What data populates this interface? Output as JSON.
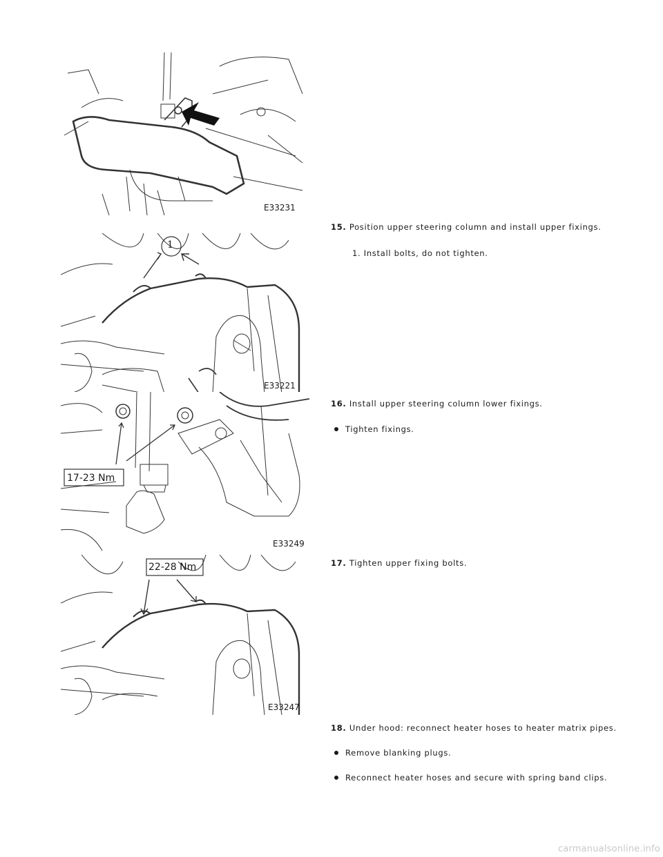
{
  "figures": [
    {
      "id": "E33231"
    },
    {
      "id": "E33221",
      "callout": "1"
    },
    {
      "id": "E33249",
      "torque": "17-23 Nm"
    },
    {
      "id": "E33247",
      "torque": "22-28 Nm"
    }
  ],
  "steps": [
    {
      "num": "15.",
      "text": "Position upper steering column and install upper fixings.",
      "sub": "1. Install bolts, do not tighten."
    },
    {
      "num": "16.",
      "text": "Install upper steering column lower fixings.",
      "bullets": [
        "Tighten fixings."
      ]
    },
    {
      "num": "17.",
      "text": "Tighten upper fixing bolts."
    },
    {
      "num": "18.",
      "text": "Under hood: reconnect heater hoses to heater matrix pipes.",
      "bullets": [
        "Remove blanking plugs.",
        "Reconnect heater hoses and secure with spring band clips."
      ]
    }
  ],
  "watermark": "carmanualsonline.info"
}
